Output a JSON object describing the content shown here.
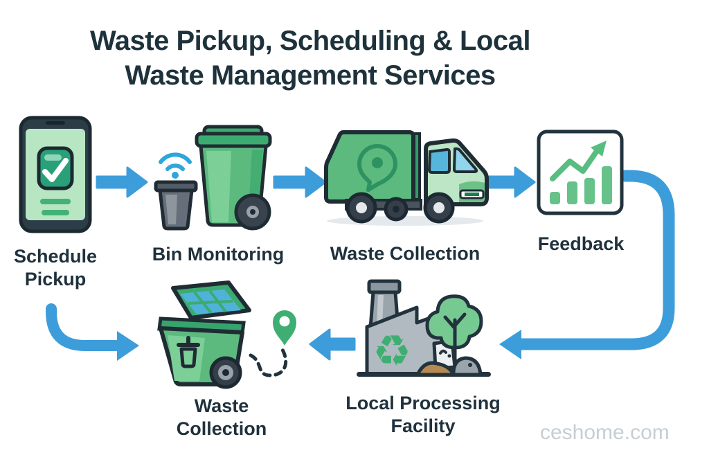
{
  "title": {
    "line1": "Waste Pickup, Scheduling & Local",
    "line2": "Waste Management Services"
  },
  "steps": {
    "schedule_pickup": {
      "label": "Schedule Pickup",
      "icon": "phone-checkmark-icon"
    },
    "bin_monitoring": {
      "label": "Bin Monitoring",
      "icon": "bins-wifi-icon"
    },
    "waste_collection_top": {
      "label": "Waste Collection",
      "icon": "garbage-truck-icon"
    },
    "feedback": {
      "label": "Feedback",
      "icon": "growth-chart-icon"
    },
    "local_processing": {
      "label": "Local Processing Facility",
      "icon": "recycling-factory-icon"
    },
    "waste_collection_bottom": {
      "label": "Waste Collection",
      "icon": "bin-route-pin-icon"
    }
  },
  "icons": {
    "recycle_symbol_glyph": "♻"
  },
  "watermark": "ceshome.com",
  "colors": {
    "arrow_blue": "#3d9dda",
    "wifi_blue": "#2ea6db",
    "outline_dark": "#1f313c",
    "green_primary": "#5cba7e",
    "green_light": "#7ccf97",
    "green_dark": "#2f9e66",
    "screen_green": "#b8e5c2",
    "chart_green": "#66c288",
    "gray_metal": "#b0bac0",
    "title_text": "#1e323c",
    "watermark_gray": "#c5ced4"
  }
}
